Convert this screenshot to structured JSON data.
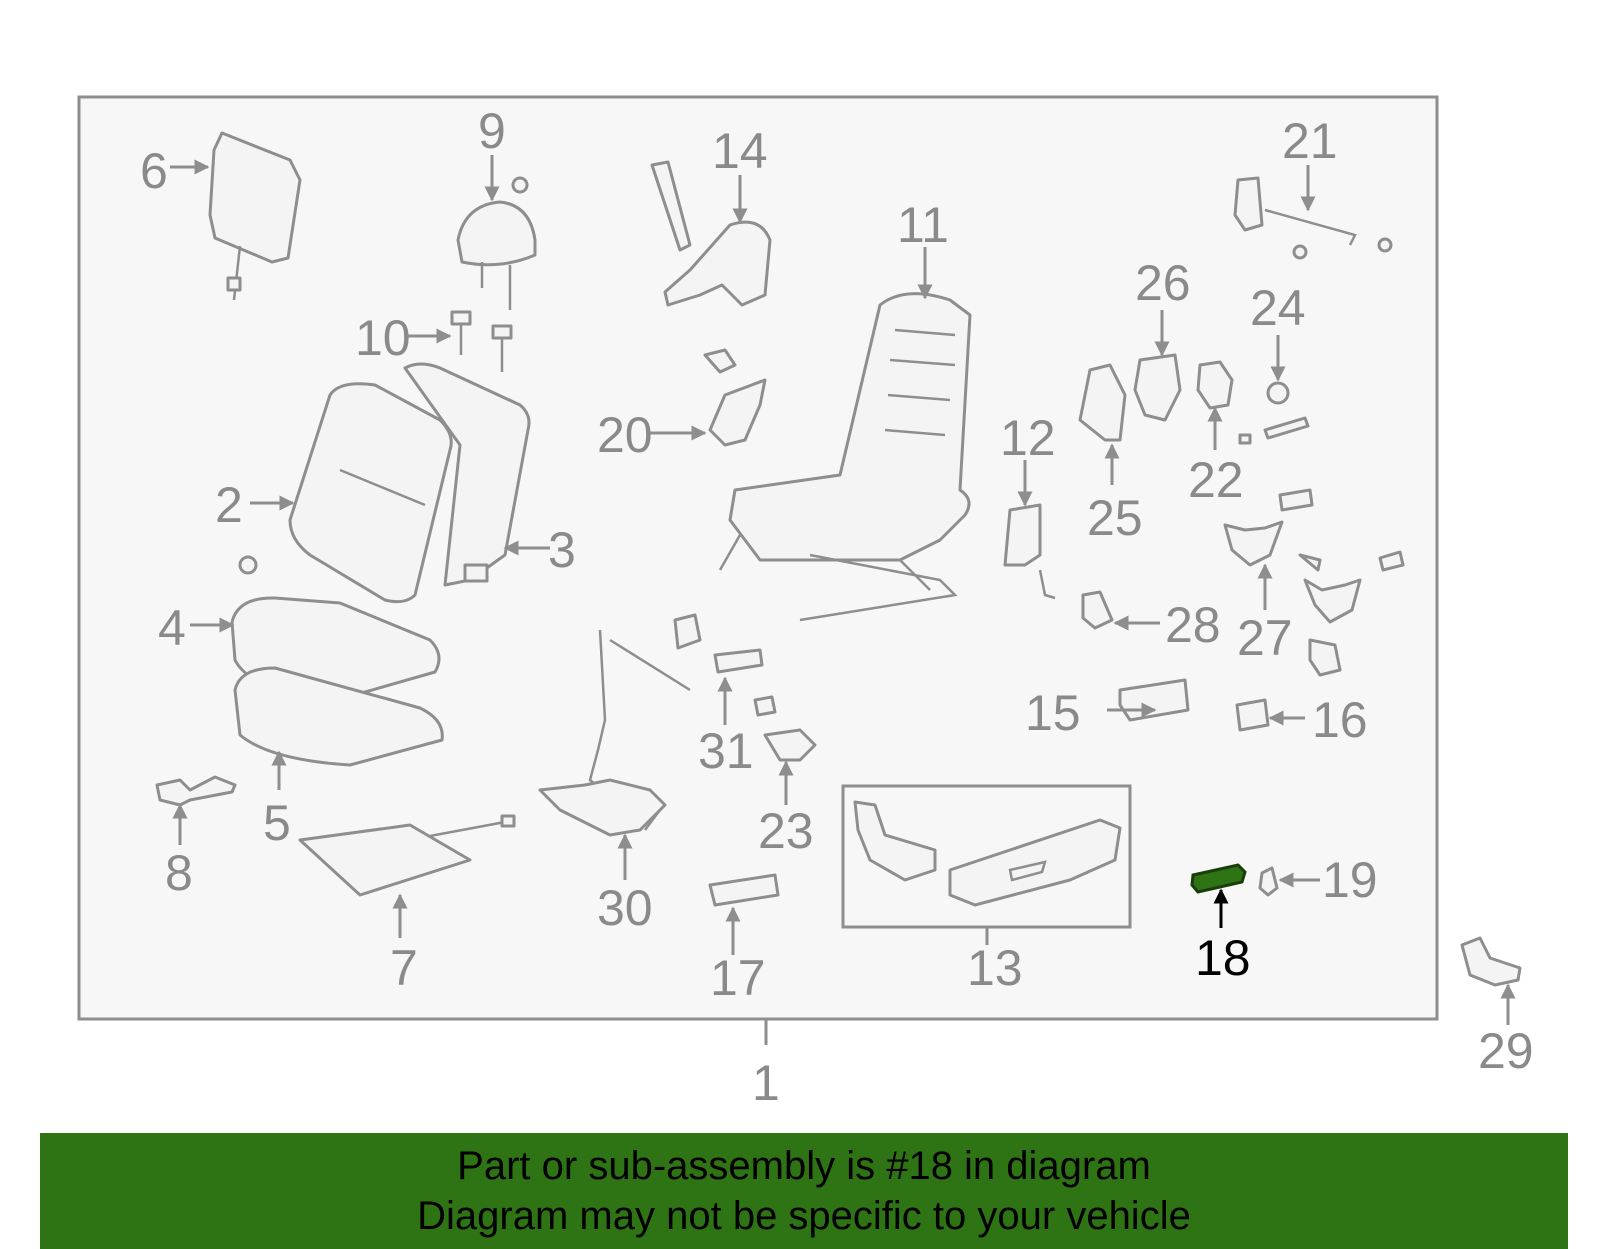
{
  "callouts": [
    "1",
    "2",
    "3",
    "4",
    "5",
    "6",
    "7",
    "8",
    "9",
    "10",
    "11",
    "12",
    "13",
    "14",
    "15",
    "16",
    "17",
    "18",
    "19",
    "20",
    "21",
    "22",
    "23",
    "24",
    "25",
    "26",
    "27",
    "28",
    "29",
    "30",
    "31"
  ],
  "highlighted_part": "18",
  "colors": {
    "frame_fill": "#f7f7f7",
    "line": "#8e8e8e",
    "highlight": "#2e7314",
    "banner": "#2e7314"
  },
  "banner": {
    "line1": "Part or sub-assembly is #18 in diagram",
    "line2": "Diagram may not be specific to your vehicle"
  }
}
